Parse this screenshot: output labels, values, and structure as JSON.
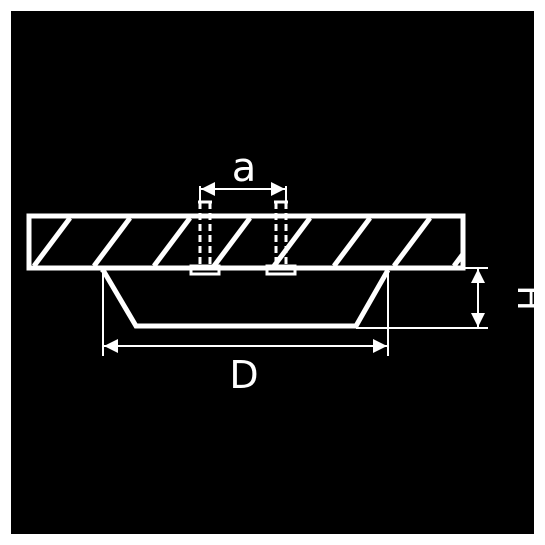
{
  "diagram": {
    "labels": {
      "hole_spacing": "a",
      "diameter": "D",
      "height": "H"
    },
    "colors": {
      "background": "#000000",
      "line": "#ffffff",
      "frame": "#ffffff"
    }
  }
}
